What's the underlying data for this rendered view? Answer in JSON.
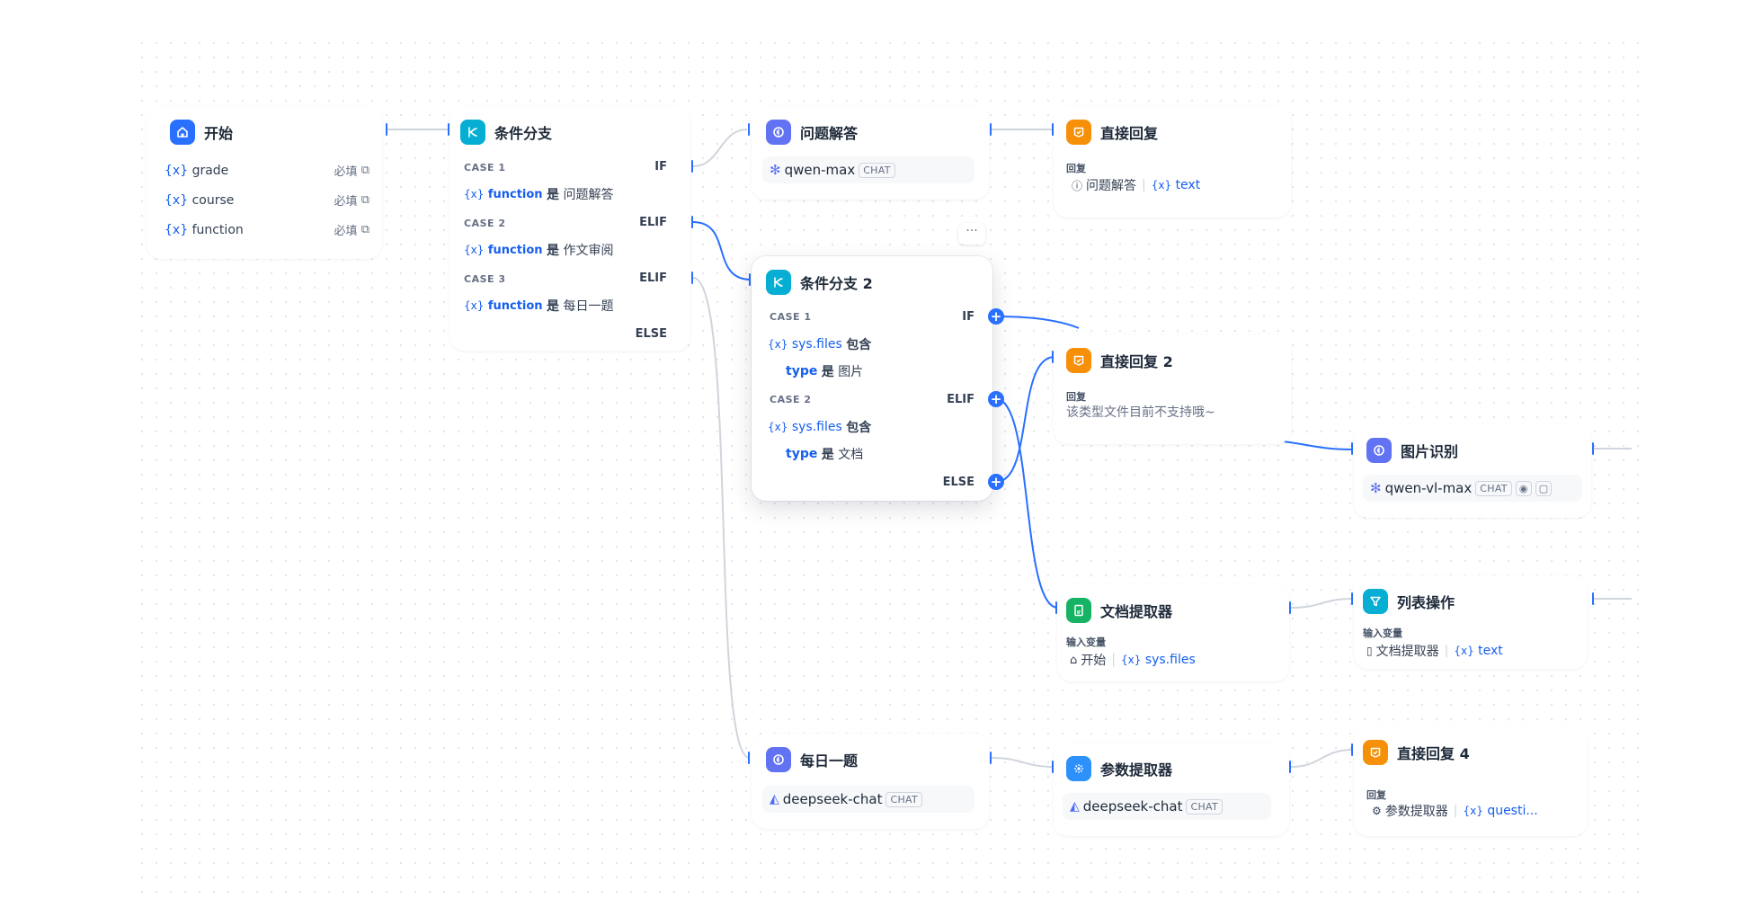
{
  "nodes": {
    "start": {
      "title": "开始",
      "vars": [
        {
          "name": "grade",
          "required": "必填"
        },
        {
          "name": "course",
          "required": "必填"
        },
        {
          "name": "function",
          "required": "必填"
        }
      ]
    },
    "branch1": {
      "title": "条件分支",
      "cases": [
        {
          "label": "CASE 1",
          "var": "function",
          "op": "是",
          "value": "问题解答",
          "branch": "IF"
        },
        {
          "label": "CASE 2",
          "var": "function",
          "op": "是",
          "value": "作文审阅",
          "branch": "ELIF"
        },
        {
          "label": "CASE 3",
          "var": "function",
          "op": "是",
          "value": "每日一题",
          "branch": "ELIF"
        }
      ],
      "else_label": "ELSE"
    },
    "qa": {
      "title": "问题解答",
      "model": "qwen-max",
      "tag": "CHAT"
    },
    "reply1": {
      "title": "直接回复",
      "label": "回复",
      "src": "问题解答",
      "var": "text"
    },
    "branch2": {
      "title": "条件分支 2",
      "cases": [
        {
          "label": "CASE 1",
          "var": "sys.files",
          "op": "包含",
          "sub_key": "type",
          "sub_op": "是",
          "sub_value": "图片",
          "branch": "IF"
        },
        {
          "label": "CASE 2",
          "var": "sys.files",
          "op": "包含",
          "sub_key": "type",
          "sub_op": "是",
          "sub_value": "文档",
          "branch": "ELIF"
        }
      ],
      "else_label": "ELSE",
      "more": "···"
    },
    "reply2": {
      "title": "直接回复 2",
      "label": "回复",
      "text": "该类型文件目前不支持哦~"
    },
    "image": {
      "title": "图片识别",
      "model": "qwen-vl-max",
      "tag": "CHAT"
    },
    "doc": {
      "title": "文档提取器",
      "label": "输入变量",
      "src": "开始",
      "var": "sys.files"
    },
    "list": {
      "title": "列表操作",
      "label": "输入变量",
      "src": "文档提取器",
      "var": "text"
    },
    "daily": {
      "title": "每日一题",
      "model": "deepseek-chat",
      "tag": "CHAT"
    },
    "param": {
      "title": "参数提取器",
      "model": "deepseek-chat",
      "tag": "CHAT"
    },
    "reply4": {
      "title": "直接回复 4",
      "label": "回复",
      "src": "参数提取器",
      "var": "questi..."
    }
  },
  "var_prefix": "{x}",
  "colors": {
    "accent": "#2970ff",
    "start_icon": "#2970ff",
    "branch_icon": "#06aed4",
    "llm_icon": "#6172f3",
    "answer_icon": "#f79009",
    "doc_icon": "#16b364",
    "param_icon": "#2e90fa",
    "list_icon": "#06aed4"
  },
  "icons": {
    "start": "home-icon",
    "branch": "branch-icon",
    "llm": "brain-icon",
    "answer": "reply-icon",
    "doc": "document-icon",
    "param": "parameter-icon",
    "list": "filter-icon"
  }
}
